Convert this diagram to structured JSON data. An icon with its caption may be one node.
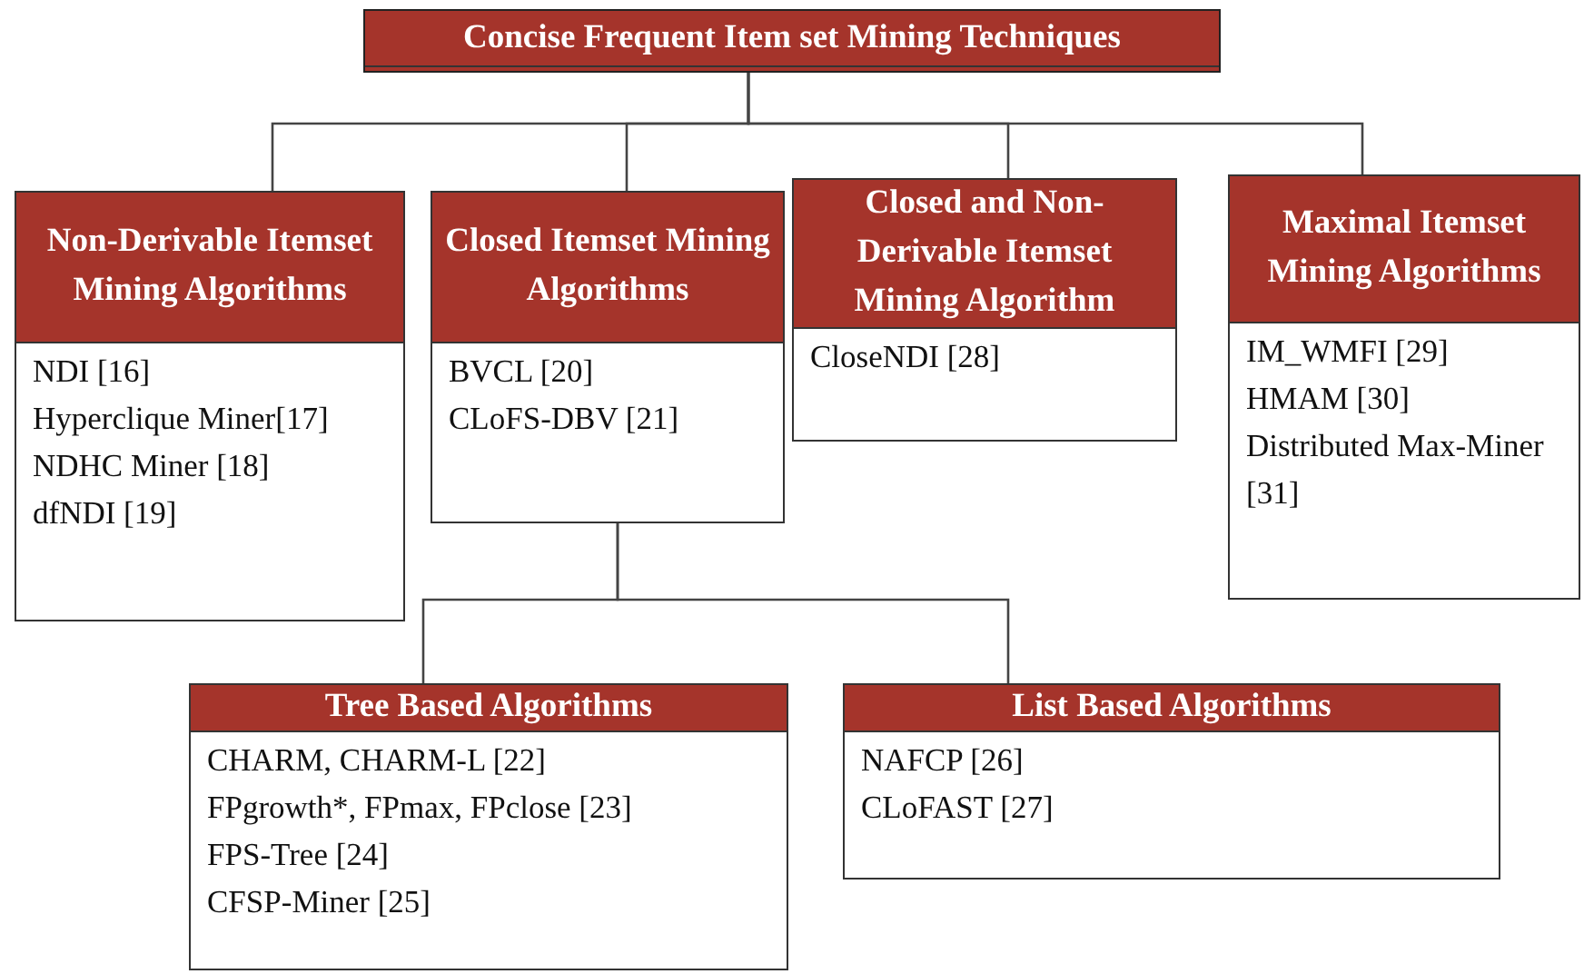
{
  "diagram": {
    "nodes": [
      {
        "text": [
          "Concise Frequent Item set Mining Techniques"
        ]
      },
      {
        "text": [
          "Non-Derivable Itemset Mining Algorithms",
          "NDI [16]",
          "Hyperclique Miner[17]",
          "NDHC Miner [18]",
          "dfNDI [19]"
        ]
      },
      {
        "text": [
          "Closed Itemset Mining Algorithms",
          "BVCL [20]",
          "CLoFS-DBV [21]"
        ]
      },
      {
        "text": [
          "Closed and Non-Derivable Itemset Mining Algorithm",
          "CloseNDI [28]"
        ]
      },
      {
        "text": [
          "Maximal Itemset Mining Algorithms",
          "IM_WMFI [29]",
          "HMAM [30]",
          "Distributed Max-Miner [31]"
        ]
      },
      {
        "text": [
          "Tree Based Algorithms",
          "CHARM, CHARM-L [22]",
          "FPgrowth*, FPmax, FPclose [23]",
          "FPS-Tree [24]",
          "CFSP-Miner [25]"
        ]
      },
      {
        "text": [
          "List Based Algorithms",
          "NAFCP [26]",
          "CLoFAST [27]"
        ]
      }
    ],
    "edges": [
      {
        "from": 0,
        "to": 1,
        "arrow": "none"
      },
      {
        "from": 0,
        "to": 2,
        "arrow": "none"
      },
      {
        "from": 0,
        "to": 3,
        "arrow": "none"
      },
      {
        "from": 0,
        "to": 4,
        "arrow": "none"
      },
      {
        "from": 2,
        "to": 5,
        "arrow": "none"
      },
      {
        "from": 2,
        "to": 6,
        "arrow": "none"
      }
    ]
  }
}
